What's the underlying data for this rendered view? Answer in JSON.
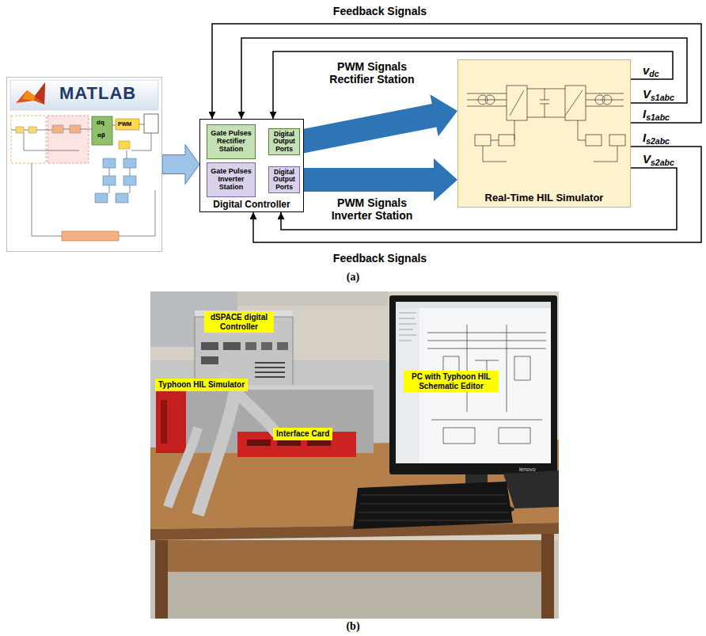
{
  "diagram": {
    "nodes": [
      {
        "text": [
          "MATLAB"
        ]
      },
      {
        "text": [
          "Digital Controller"
        ]
      },
      {
        "text": [
          "Gate Pulses Rectifier Station"
        ],
        "in": 1
      },
      {
        "text": [
          "Digital Output Ports"
        ],
        "in": 1
      },
      {
        "text": [
          "Gate Pulses Inverter Station"
        ],
        "in": 1
      },
      {
        "text": [
          "Digital Output Ports"
        ],
        "in": 1
      },
      {
        "text": [
          "Real-Time HIL Simulator"
        ]
      },
      {
        "text": [
          "dSPACE digital Controller"
        ]
      },
      {
        "text": [
          "PC with Typhoon HIL Schematic Editor"
        ]
      },
      {
        "text": [
          "Typhoon HIL Simulator"
        ]
      },
      {
        "text": [
          "Interface Card"
        ]
      }
    ],
    "edges": [
      {
        "from": 0,
        "to": 1,
        "arrow": "to"
      },
      {
        "from": 2,
        "to": 3,
        "arrow": "to"
      },
      {
        "from": 4,
        "to": 5,
        "arrow": "to"
      },
      {
        "from": 3,
        "to": 6,
        "arrow": "to",
        "label": "PWM Signals Rectifier Station"
      },
      {
        "from": 5,
        "to": 6,
        "arrow": "to",
        "label": "PWM Signals Inverter Station"
      },
      {
        "from": 6,
        "to": 1,
        "arrow": "to"
      },
      {
        "from": 6,
        "to": 1,
        "arrow": "to"
      },
      {
        "from": 6,
        "to": 1,
        "arrow": "to"
      },
      {
        "from": 6,
        "to": 1,
        "arrow": "to"
      },
      {
        "from": 6,
        "to": 1,
        "arrow": "to"
      }
    ],
    "labels": [
      "Feedback Signals",
      "vdc",
      "Vs1abc",
      "Is1abc",
      "Is2abc",
      "Vs2abc",
      "Feedback Signals",
      "(a)",
      "(b)",
      "dq",
      "αβ",
      "PWM",
      "lenovo"
    ]
  }
}
